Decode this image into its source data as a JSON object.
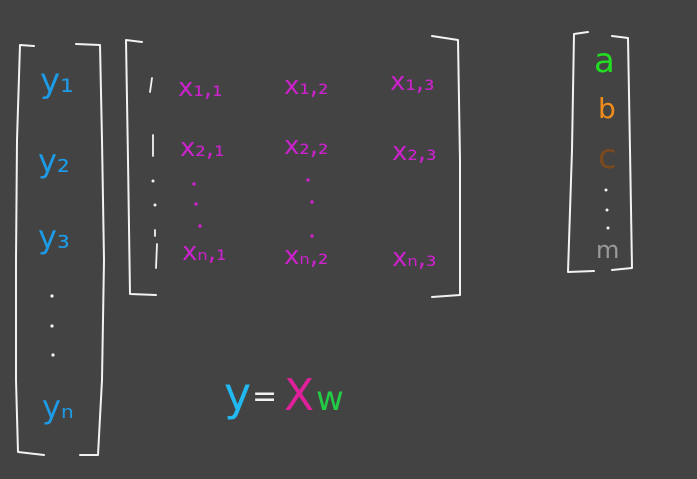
{
  "canvas": {
    "background": "#434343"
  },
  "colors": {
    "bracket": "#f2f2f2",
    "y": "#1e9be6",
    "x": "#cc22cc",
    "x_eq": "#e0209a",
    "w": "#22cc44",
    "eq_y": "#22b8f0",
    "a": "#22dd22",
    "b": "#f08c1a",
    "c": "#7a4a1e",
    "m": "#9a9a9a",
    "dots": "#f2f2f2"
  },
  "y_vector": {
    "entries": [
      "y₁",
      "y₂",
      "y₃",
      "yₙ"
    ]
  },
  "x_matrix": {
    "rows": [
      [
        "x₁,₁",
        "x₁,₂",
        "x₁,₃"
      ],
      [
        "x₂,₁",
        "x₂,₂",
        "x₂,₃"
      ],
      [
        "xₙ,₁",
        "xₙ,₂",
        "xₙ,₃"
      ]
    ]
  },
  "w_vector": {
    "entries": [
      "a",
      "b",
      "c",
      "m"
    ]
  },
  "equation": {
    "lhs": "y",
    "eq": "=",
    "x": "X",
    "w": "w"
  }
}
